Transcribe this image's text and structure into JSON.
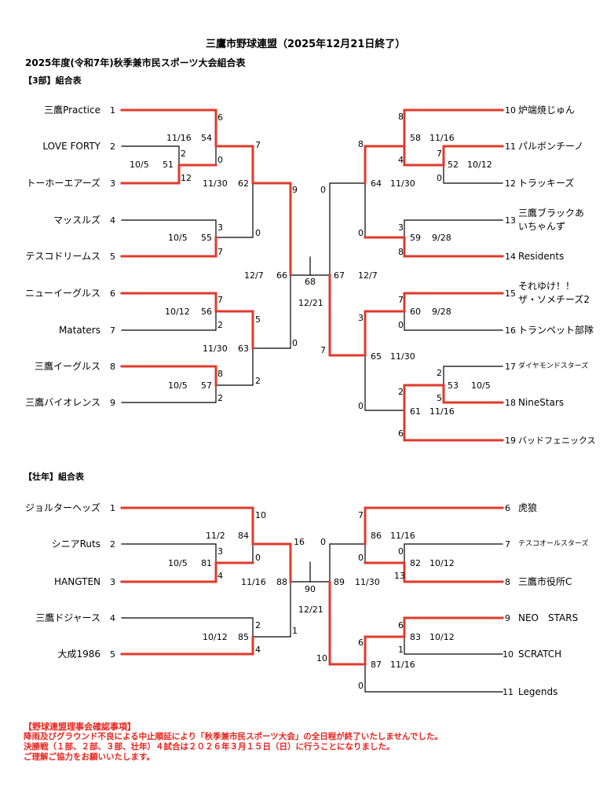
{
  "header": {
    "title": "三鷹市野球連盟（2025年12月21日終了）",
    "subtitle": "2025年度(令和7年)秋季兼市民スポーツ大会組合表",
    "section3": "【3部】組合表",
    "sectionSo": "【壮年】組合表"
  },
  "colors": {
    "win": "#e03a2c",
    "line": "#000000",
    "note": "#e8231c"
  },
  "b3": {
    "left": [
      "三鷹Practice",
      "LOVE FORTY",
      "トーホーエアーズ",
      "マッスルズ",
      "テスコドリームス",
      "ニューイーグルス",
      "Mataters",
      "三鷹イーグルス",
      "三鷹バイオレンス"
    ],
    "right": [
      "炉端焼じゅん",
      "パルボンチーノ",
      "トラッキーズ",
      "三鷹ブラックあ",
      "いちゃんず",
      "Residents",
      "それゆけ！！",
      "ザ・ソメチーズ2",
      "トランペット部隊",
      "ダイヤモンドスターズ",
      "NineStars",
      "バッドフェニックス"
    ]
  },
  "bs": {
    "left": [
      "ジョルターヘッズ",
      "シニアRuts",
      "HANGTEN",
      "三鷹ドジャース",
      "大成1986"
    ],
    "right": [
      "虎狼",
      "テスコオールスターズ",
      "三鷹市役所C",
      "NEO　STARS",
      "SCRATCH",
      "Legends"
    ]
  },
  "notes": {
    "l1": "【野球連盟理事会確認事項】",
    "l2": "降雨及びグラウンド不良による中止順延により「秋季兼市民スポーツ大会」の全日程が終了いたしませんでした。",
    "l3": "決勝戦（１部、２部、３部、壮年）４試合は２０２６年３月１５日（日）に行うことになりました。",
    "l4": "ご理解ご協力をお願いいたします。"
  },
  "labels": {
    "seeds": [
      "1",
      "2",
      "3",
      "4",
      "5",
      "6",
      "7",
      "8",
      "9",
      "10",
      "11",
      "12",
      "13",
      "14",
      "15",
      "16",
      "17",
      "18",
      "19"
    ],
    "games": [
      "51",
      "52",
      "53",
      "54",
      "55",
      "56",
      "57",
      "58",
      "59",
      "60",
      "61",
      "62",
      "63",
      "64",
      "65",
      "66",
      "67",
      "68",
      "81",
      "82",
      "83",
      "84",
      "85",
      "86",
      "87",
      "88",
      "89",
      "90"
    ],
    "scores": [
      "0",
      "1",
      "2",
      "3",
      "4",
      "5",
      "6",
      "7",
      "8",
      "9",
      "10",
      "12",
      "13",
      "16"
    ],
    "dates": [
      "10/5",
      "10/12",
      "11/16",
      "11/30",
      "9/28",
      "12/7",
      "12/21",
      "11/2"
    ]
  }
}
